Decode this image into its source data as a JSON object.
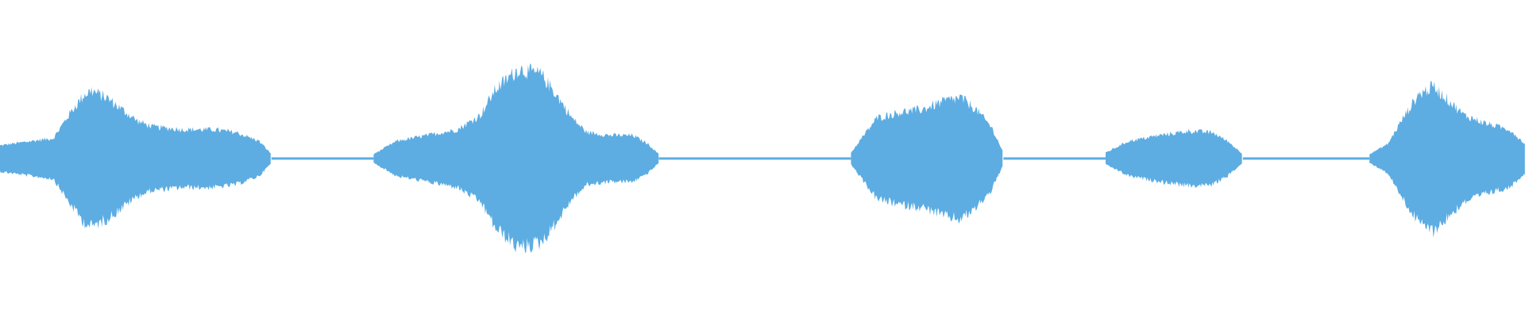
{
  "waveform": {
    "color": "#5dade2",
    "background": "#ffffff",
    "segments": [
      {
        "kind": "sound",
        "t_start": 0.0,
        "t_end": 0.178,
        "envelope": [
          [
            0.0,
            0.09
          ],
          [
            0.02,
            0.12
          ],
          [
            0.035,
            0.14
          ],
          [
            0.045,
            0.3
          ],
          [
            0.055,
            0.44
          ],
          [
            0.06,
            0.47
          ],
          [
            0.07,
            0.42
          ],
          [
            0.08,
            0.34
          ],
          [
            0.09,
            0.26
          ],
          [
            0.1,
            0.22
          ],
          [
            0.12,
            0.2
          ],
          [
            0.14,
            0.2
          ],
          [
            0.155,
            0.18
          ],
          [
            0.17,
            0.12
          ],
          [
            0.178,
            0.03
          ]
        ]
      },
      {
        "kind": "silence",
        "t_start": 0.178,
        "t_end": 0.245,
        "level": 0.015
      },
      {
        "kind": "sound",
        "t_start": 0.245,
        "t_end": 0.432,
        "envelope": [
          [
            0.245,
            0.03
          ],
          [
            0.26,
            0.12
          ],
          [
            0.28,
            0.16
          ],
          [
            0.3,
            0.2
          ],
          [
            0.315,
            0.3
          ],
          [
            0.325,
            0.48
          ],
          [
            0.34,
            0.62
          ],
          [
            0.355,
            0.58
          ],
          [
            0.365,
            0.44
          ],
          [
            0.375,
            0.28
          ],
          [
            0.385,
            0.18
          ],
          [
            0.4,
            0.16
          ],
          [
            0.415,
            0.16
          ],
          [
            0.425,
            0.1
          ],
          [
            0.432,
            0.03
          ]
        ]
      },
      {
        "kind": "silence",
        "t_start": 0.432,
        "t_end": 0.558,
        "level": 0.015
      },
      {
        "kind": "sound",
        "t_start": 0.558,
        "t_end": 0.658,
        "envelope": [
          [
            0.558,
            0.04
          ],
          [
            0.565,
            0.14
          ],
          [
            0.575,
            0.28
          ],
          [
            0.59,
            0.32
          ],
          [
            0.605,
            0.34
          ],
          [
            0.62,
            0.4
          ],
          [
            0.63,
            0.42
          ],
          [
            0.64,
            0.34
          ],
          [
            0.65,
            0.22
          ],
          [
            0.658,
            0.04
          ]
        ]
      },
      {
        "kind": "silence",
        "t_start": 0.658,
        "t_end": 0.725,
        "level": 0.015
      },
      {
        "kind": "sound",
        "t_start": 0.725,
        "t_end": 0.815,
        "envelope": [
          [
            0.725,
            0.04
          ],
          [
            0.74,
            0.12
          ],
          [
            0.76,
            0.16
          ],
          [
            0.78,
            0.19
          ],
          [
            0.795,
            0.18
          ],
          [
            0.805,
            0.12
          ],
          [
            0.815,
            0.03
          ]
        ]
      },
      {
        "kind": "silence",
        "t_start": 0.815,
        "t_end": 0.898,
        "level": 0.015
      },
      {
        "kind": "sound",
        "t_start": 0.898,
        "t_end": 1.0,
        "envelope": [
          [
            0.898,
            0.03
          ],
          [
            0.91,
            0.1
          ],
          [
            0.92,
            0.28
          ],
          [
            0.93,
            0.44
          ],
          [
            0.94,
            0.5
          ],
          [
            0.95,
            0.4
          ],
          [
            0.96,
            0.3
          ],
          [
            0.975,
            0.24
          ],
          [
            0.99,
            0.2
          ],
          [
            1.0,
            0.1
          ]
        ]
      }
    ]
  }
}
